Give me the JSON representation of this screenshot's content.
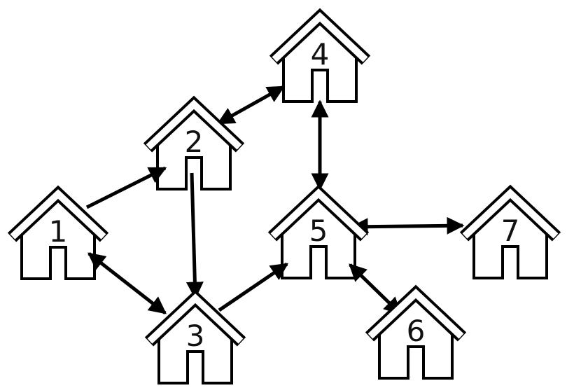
{
  "houses": [
    {
      "id": 1,
      "label": "1"
    },
    {
      "id": 2,
      "label": "2"
    },
    {
      "id": 3,
      "label": "3"
    },
    {
      "id": 4,
      "label": "4"
    },
    {
      "id": 5,
      "label": "5"
    },
    {
      "id": 6,
      "label": "6"
    },
    {
      "id": 7,
      "label": "7"
    }
  ],
  "edges": [
    {
      "from": 1,
      "to": 2,
      "direction": "forward"
    },
    {
      "from": 2,
      "to": 4,
      "direction": "both"
    },
    {
      "from": 4,
      "to": 5,
      "direction": "both"
    },
    {
      "from": 2,
      "to": 3,
      "direction": "forward"
    },
    {
      "from": 1,
      "to": 3,
      "direction": "both"
    },
    {
      "from": 3,
      "to": 5,
      "direction": "forward"
    },
    {
      "from": 5,
      "to": 7,
      "direction": "both"
    },
    {
      "from": 5,
      "to": 6,
      "direction": "both"
    }
  ],
  "colors": {
    "stroke": "#000000",
    "background": "#ffffff"
  }
}
